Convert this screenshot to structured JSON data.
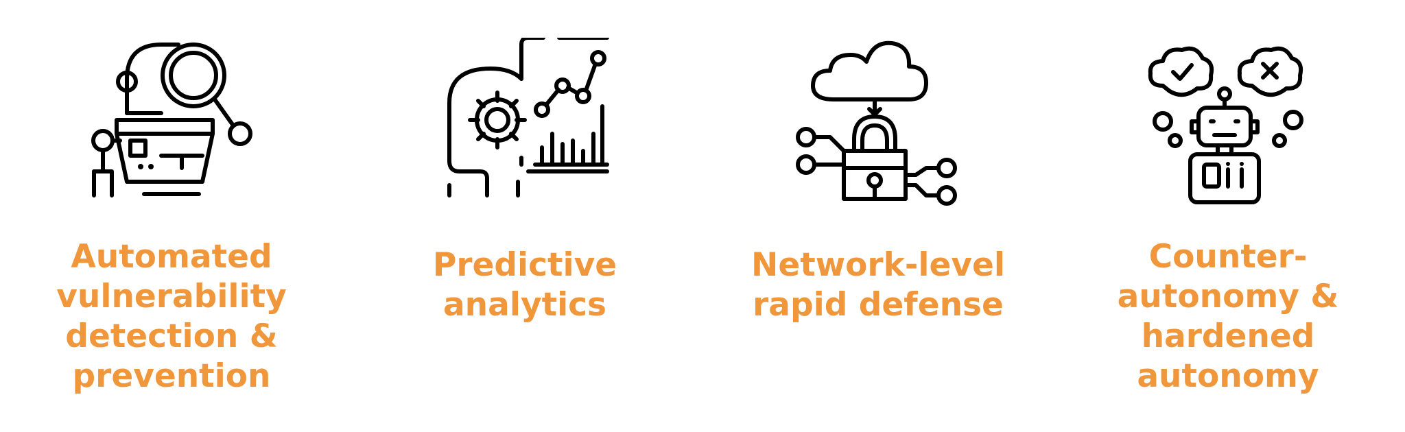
{
  "colors": {
    "label_text": "#f0963b",
    "icon_stroke": "#000000",
    "background": "#ffffff"
  },
  "features": [
    {
      "icon": "robot-magnifier-icon",
      "label": "Automated\nvulnerability\ndetection &\nprevention"
    },
    {
      "icon": "head-gear-chart-icon",
      "label": "Predictive\nanalytics"
    },
    {
      "icon": "cloud-lock-network-icon",
      "label": "Network-level\nrapid defense"
    },
    {
      "icon": "robot-decision-icon",
      "label": "Counter-\nautonomy &\nhardened\nautonomy"
    }
  ]
}
